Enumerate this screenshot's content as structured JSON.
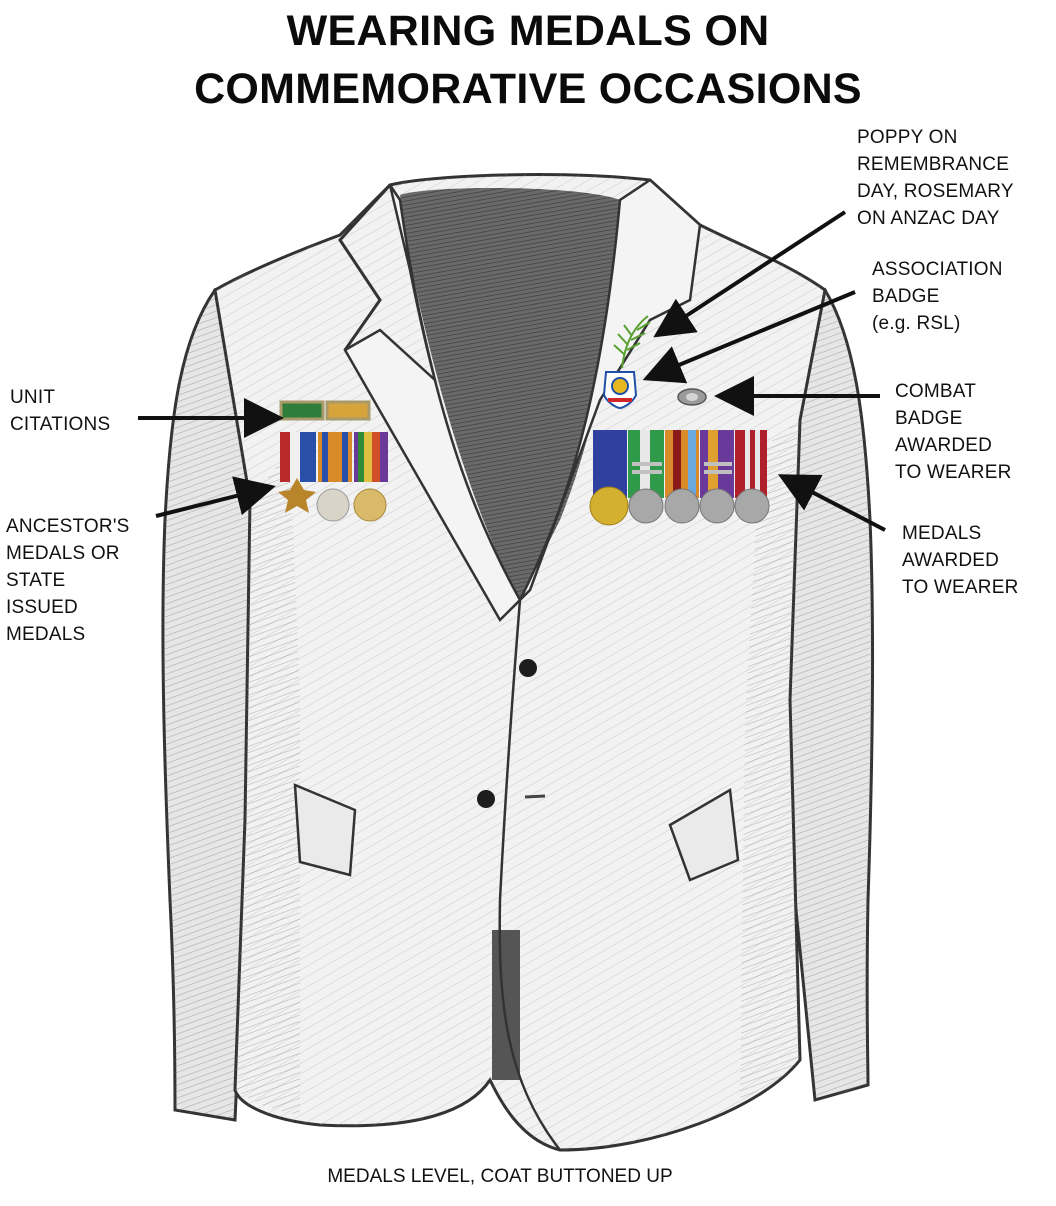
{
  "title": {
    "line1": "WEARING MEDALS ON",
    "line2": "COMMEMORATIVE OCCASIONS"
  },
  "labels": {
    "poppy": "POPPY ON\nREMEMBRANCE\nDAY, ROSEMARY\nON ANZAC DAY",
    "association_badge": "ASSOCIATION\nBADGE\n(e.g. RSL)",
    "combat_badge": "COMBAT\nBADGE\nAWARDED\nTO WEARER",
    "medals_awarded": "MEDALS\nAWARDED\nTO WEARER",
    "unit_citations": "UNIT\nCITATIONS",
    "ancestors_medals": "ANCESTOR'S\nMEDALS OR\nSTATE\nISSUED\nMEDALS"
  },
  "caption": "MEDALS LEVEL, COAT BUTTONED UP",
  "illustration": {
    "subject": "suit-jacket-sketch",
    "left_breast_medals_count": 3,
    "right_breast_medals_count": 5,
    "unit_citation_bars": 2,
    "colors": {
      "sketch_dark": "#3a3a3a",
      "sketch_mid": "#8a8a8a",
      "sketch_light": "#d8d8d8",
      "gold": "#c9a23a",
      "silver": "#a8a8a8",
      "rosemary_green": "#6db33f",
      "rsl_blue": "#1f4fa8"
    }
  }
}
